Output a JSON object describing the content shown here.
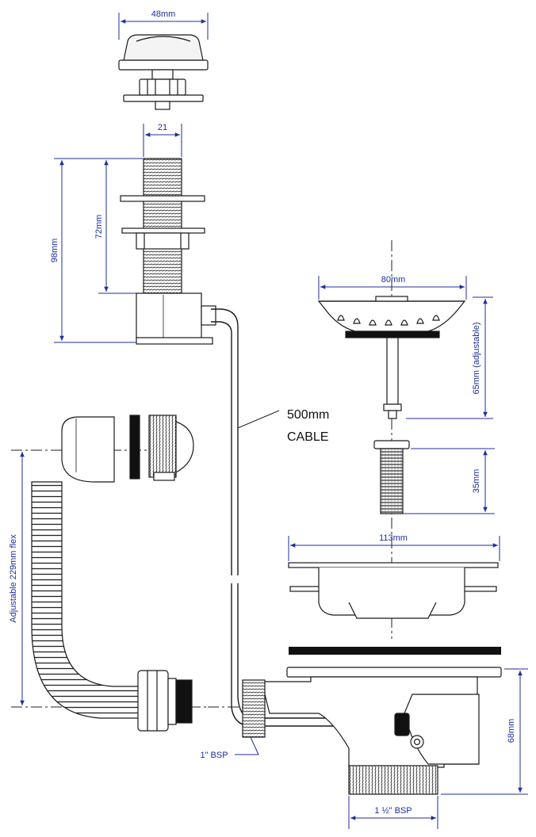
{
  "labels": {
    "button_width": "48mm",
    "thread_width": "21",
    "total_height": "98mm",
    "thread_height": "72mm",
    "basket_width": "80mm",
    "basket_adjust": "65mm (adjustable)",
    "strainer_height": "35mm",
    "flange_width": "113mm",
    "body_height": "68mm",
    "cable_length": "500mm",
    "cable_word": "CABLE",
    "flex_length": "Adjustable 229mm flex",
    "overflow_bsp": "1\" BSP",
    "waste_bsp": "1 ½\" BSP"
  },
  "colors": {
    "dimension": "#1f2f9c",
    "outline": "#1a1a1a",
    "fill": "#ffffff",
    "dark": "#111111"
  }
}
